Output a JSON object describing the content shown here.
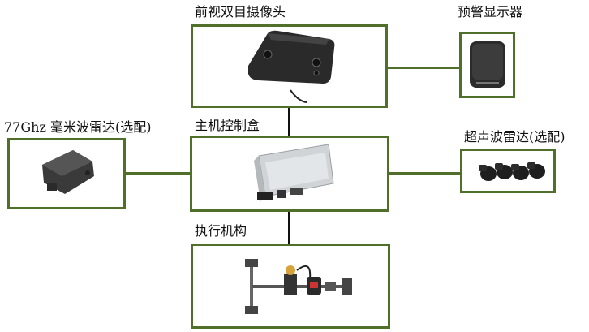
{
  "nodes": {
    "camera": {
      "label": "前视双目摄像头"
    },
    "warning": {
      "label": "预警显示器"
    },
    "radar77": {
      "label": "77Ghz 毫米波雷达(选配)"
    },
    "ecu": {
      "label": "主机控制盒"
    },
    "ultrasonic": {
      "label": "超声波雷达(选配)"
    },
    "actuator": {
      "label": "执行机构"
    }
  },
  "colors": {
    "box_border": "#4f6f2a",
    "connector_green": "#4f6f2a",
    "connector_black": "#111111"
  },
  "icons": {
    "camera": "stereo-camera-icon",
    "warning": "warning-display-icon",
    "radar77": "mmwave-radar-icon",
    "ecu": "control-box-icon",
    "ultrasonic": "ultrasonic-sensor-icon",
    "actuator": "actuator-valve-icon"
  }
}
